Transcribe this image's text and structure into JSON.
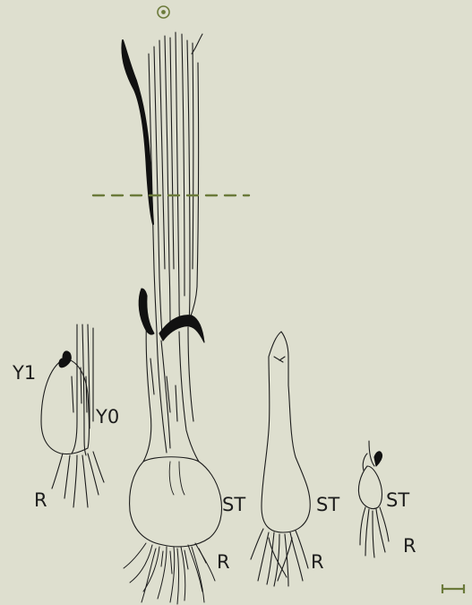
{
  "labels": {
    "y1": "Y1",
    "y0": "Y0",
    "r_left": "R",
    "st_main": "ST",
    "r_main": "R",
    "st_mid": "ST",
    "r_mid": "R",
    "st_small": "ST",
    "r_small": "R"
  },
  "colors": {
    "background": "#dedfcf",
    "ink": "#1c1c1c",
    "accent": "#6b7a3a"
  },
  "icons": {
    "top": "target-icon",
    "bottom_right": "scale-bar-icon"
  }
}
